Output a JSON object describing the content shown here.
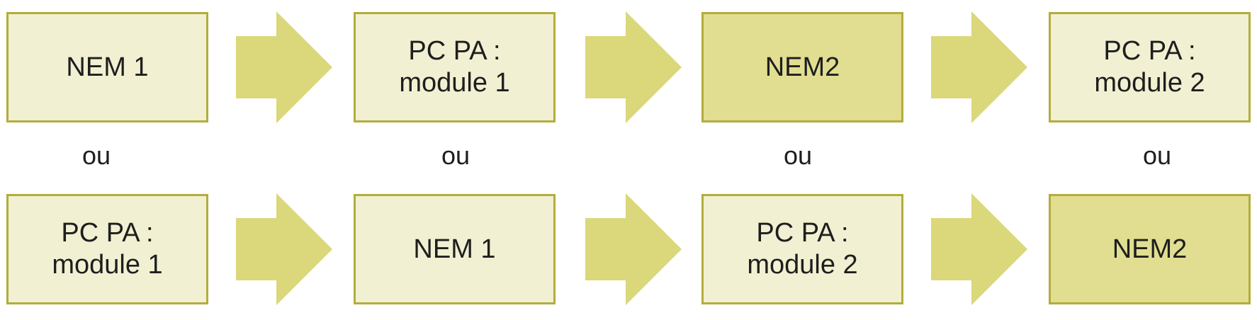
{
  "colors": {
    "box_light_fill": "#f1f0d2",
    "box_dark_fill": "#e1de91",
    "box_border": "#b3ad3c",
    "arrow_fill": "#dbd77b",
    "text": "#1e1e1e"
  },
  "rows": [
    {
      "boxes": [
        {
          "label": "NEM 1",
          "style": "light"
        },
        {
          "label": "PC PA :\nmodule 1",
          "style": "light"
        },
        {
          "label": "NEM2",
          "style": "dark"
        },
        {
          "label": "PC PA :\nmodule 2",
          "style": "light"
        }
      ]
    },
    {
      "boxes": [
        {
          "label": "PC PA :\nmodule 1",
          "style": "light"
        },
        {
          "label": "NEM 1",
          "style": "light"
        },
        {
          "label": "PC PA :\nmodule 2",
          "style": "light"
        },
        {
          "label": "NEM2",
          "style": "dark"
        }
      ]
    }
  ],
  "separators": [
    "ou",
    "ou",
    "ou",
    "ou"
  ],
  "arrow_icon": "right-arrow-icon"
}
